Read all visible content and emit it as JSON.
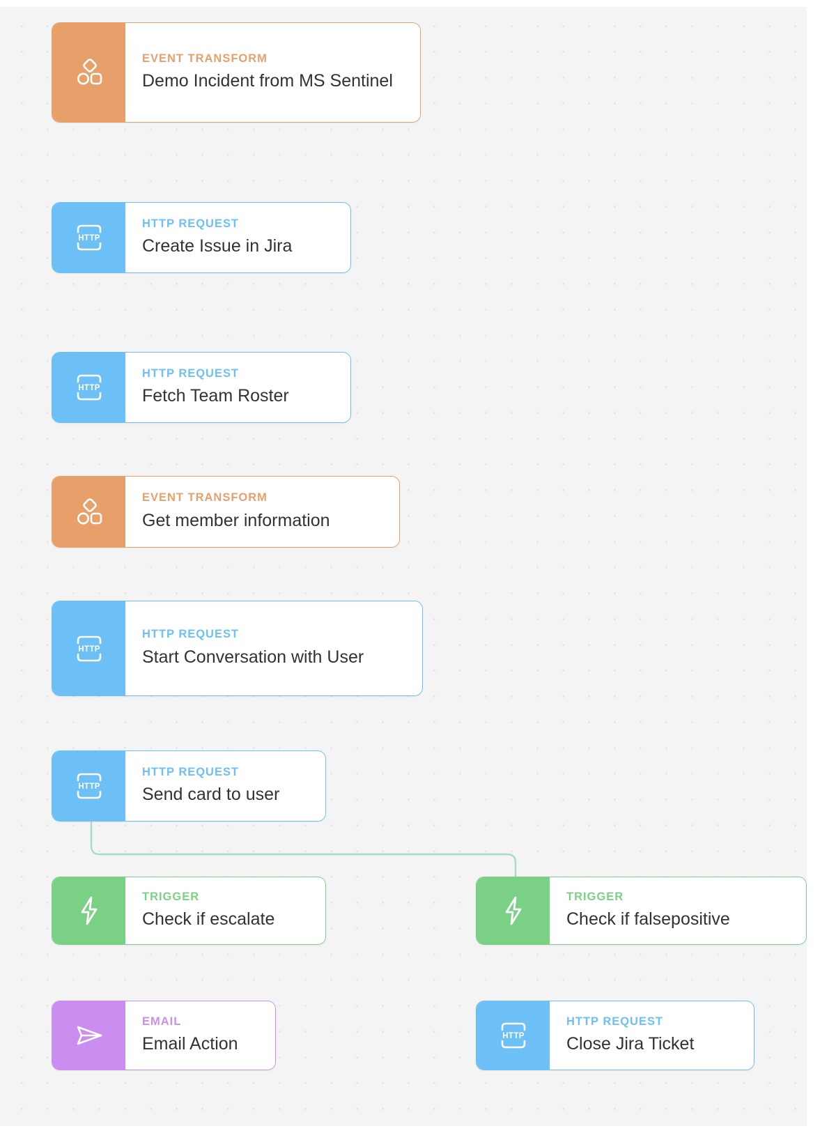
{
  "canvas": {
    "background_color": "#f4f4f4",
    "dot_color": "#dcdcdc",
    "page_background": "#ffffff"
  },
  "palette": {
    "event_transform": "#e8a06a",
    "http_request": "#6cc0f5",
    "trigger": "#7ad186",
    "email": "#ca8ef0",
    "title_text": "#2f3338",
    "connector_green": "#a8ddc4",
    "connector_blue": "#9ec9e8"
  },
  "nodes": [
    {
      "id": "demo-incident",
      "kind": "EVENT TRANSFORM",
      "title": "Demo Incident from MS Sentinel",
      "type": "event",
      "icon": "event-transform-icon"
    },
    {
      "id": "create-issue-jira",
      "kind": "HTTP REQUEST",
      "title": "Create Issue in Jira",
      "type": "http",
      "icon": "http-request-icon"
    },
    {
      "id": "fetch-team-roster",
      "kind": "HTTP REQUEST",
      "title": "Fetch Team Roster",
      "type": "http",
      "icon": "http-request-icon"
    },
    {
      "id": "get-member-information",
      "kind": "EVENT TRANSFORM",
      "title": "Get member information",
      "type": "event",
      "icon": "event-transform-icon"
    },
    {
      "id": "start-conversation-with-user",
      "kind": "HTTP REQUEST",
      "title": "Start Conversation with User",
      "type": "http",
      "icon": "http-request-icon"
    },
    {
      "id": "send-card-to-user",
      "kind": "HTTP REQUEST",
      "title": "Send card to user",
      "type": "http",
      "icon": "http-request-icon"
    },
    {
      "id": "check-if-escalate",
      "kind": "TRIGGER",
      "title": "Check if escalate",
      "type": "trigger",
      "icon": "lightning-bolt-icon"
    },
    {
      "id": "check-if-falsepositive",
      "kind": "TRIGGER",
      "title": "Check if falsepositive",
      "type": "trigger",
      "icon": "lightning-bolt-icon"
    },
    {
      "id": "email-action",
      "kind": "EMAIL",
      "title": "Email Action",
      "type": "email",
      "icon": "send-paper-plane-icon"
    },
    {
      "id": "close-jira-ticket",
      "kind": "HTTP REQUEST",
      "title": "Close Jira Ticket",
      "type": "http",
      "icon": "http-request-icon"
    }
  ],
  "icon_labels": {
    "http": "HTTP"
  }
}
